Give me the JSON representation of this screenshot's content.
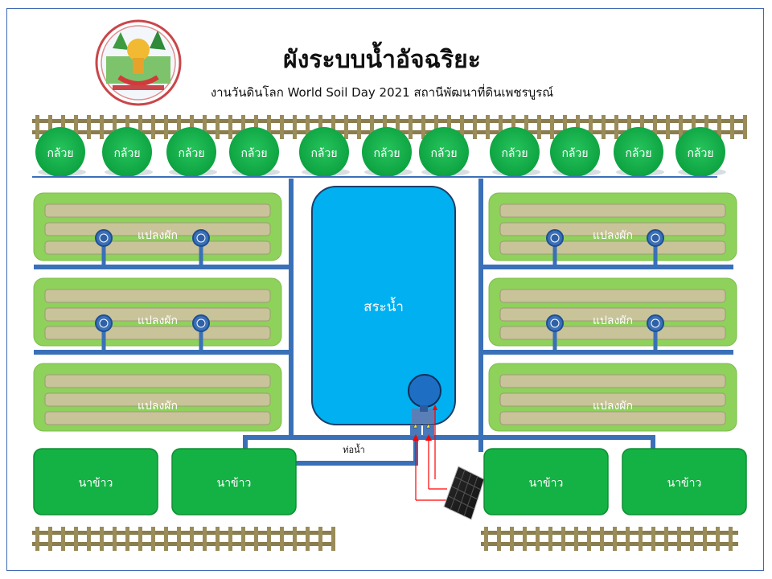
{
  "header": {
    "title": "ผังระบบน้ำอัจฉริยะ",
    "subtitle": "งานวันดินโลก World Soil Day 2021 สถานีพัฒนาที่ดินเพชรบูรณ์"
  },
  "banana_trees": [
    "กล้วย",
    "กล้วย",
    "กล้วย",
    "กล้วย",
    "กล้วย",
    "กล้วย",
    "กล้วย",
    "กล้วย",
    "กล้วย",
    "กล้วย",
    "กล้วย"
  ],
  "vegetable_plots": {
    "left": [
      "แปลงผัก",
      "แปลงผัก",
      "แปลงผัก"
    ],
    "right": [
      "แปลงผัก",
      "แปลงผัก",
      "แปลงผัก"
    ]
  },
  "pond": {
    "label": "สระน้ำ"
  },
  "pipe": {
    "label": "ท่อน้ำ"
  },
  "rice_fields": [
    "นาข้าว",
    "นาข้าว",
    "นาข้าว",
    "นาข้าว"
  ],
  "colors": {
    "pipe": "#3a70b8",
    "pond": "#00b0f0",
    "vegetable_plot": "#8ed15b",
    "rice_field": "#14b244",
    "banana": "#0fb14a",
    "fence": "#8a7d4e",
    "wire": "#ff0000"
  },
  "icons": [
    "logo-seal",
    "solar-panel-icon",
    "water-pump-icon",
    "valve-icon"
  ]
}
